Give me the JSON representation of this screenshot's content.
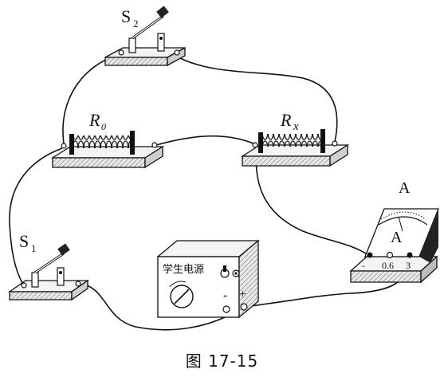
{
  "labels": {
    "s2_main": "S",
    "s2_sub": "2",
    "s1_main": "S",
    "s1_sub": "1",
    "r0_main": "R",
    "r0_sub": "0",
    "rx_main": "R",
    "rx_sub": "x",
    "ammeter_top": "A",
    "ammeter_face": "A",
    "ammeter_minus": "-",
    "ammeter_mid": "0.6",
    "ammeter_max": "3",
    "supply_name": "学生电源",
    "supply_minus": "-",
    "supply_plus": "+"
  },
  "caption": "图 17-15"
}
